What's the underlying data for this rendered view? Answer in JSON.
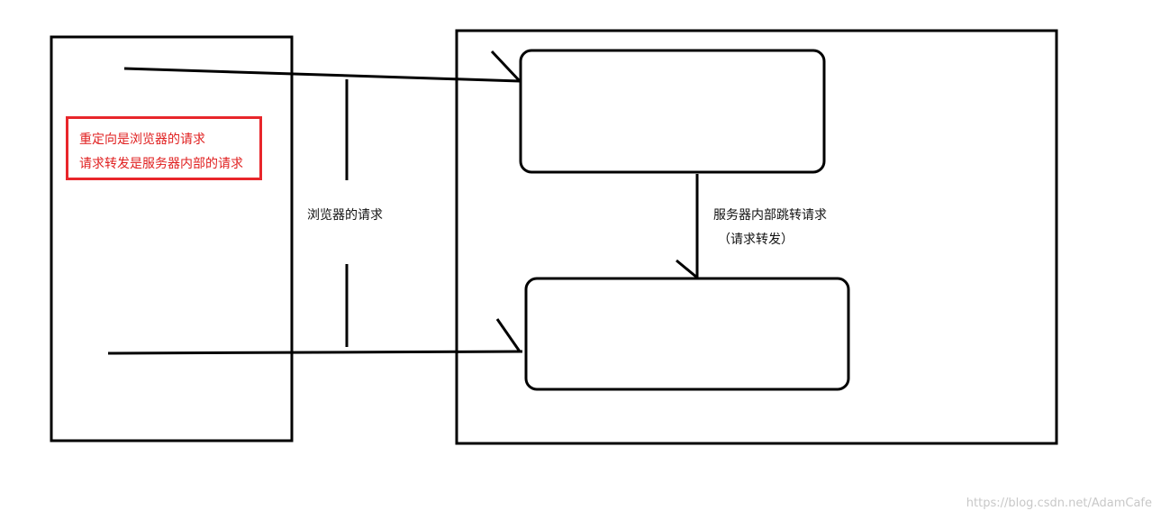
{
  "note": {
    "line1": "重定向是浏览器的请求",
    "line2": "请求转发是服务器内部的请求",
    "color": "#e02020"
  },
  "labels": {
    "browser_request": "浏览器的请求",
    "server_internal_jump": "服务器内部跳转请求",
    "forward_paren": "（请求转发）"
  },
  "watermark": "https://blog.csdn.net/AdamCafe",
  "colors": {
    "stroke": "#000000",
    "note_border": "#e8262b",
    "watermark": "#c8c8c8"
  }
}
